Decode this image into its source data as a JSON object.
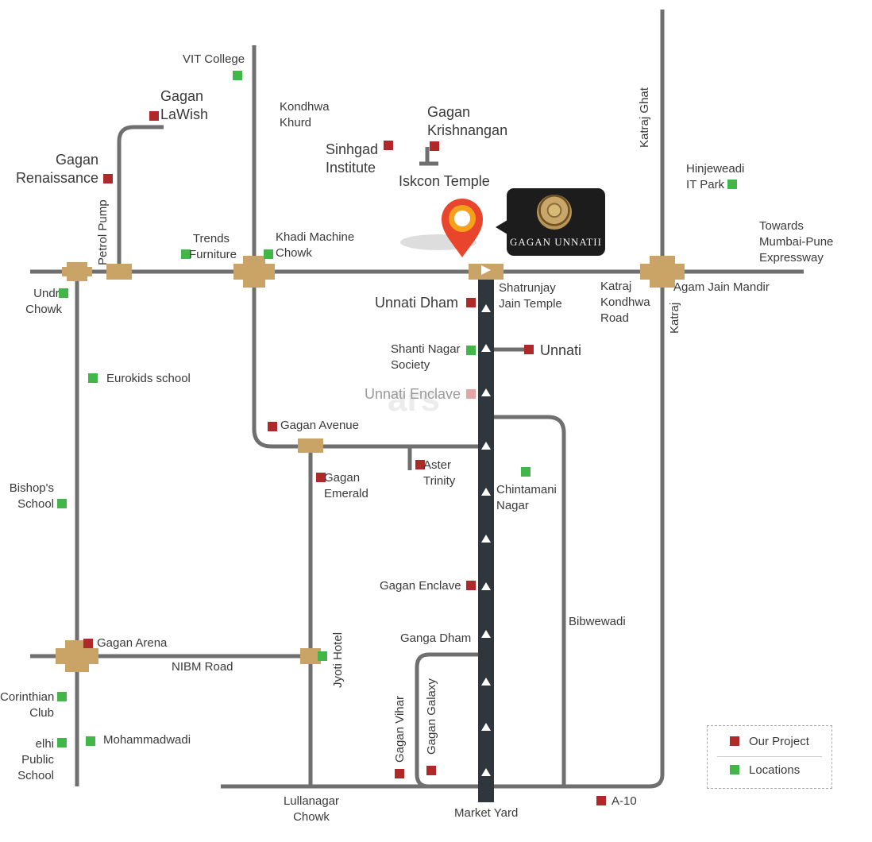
{
  "brand": {
    "name": "GAGAN UNNATII"
  },
  "watermark": "ars",
  "legend": {
    "project_label": "Our Project",
    "location_label": "Locations"
  },
  "colors": {
    "project": "#b1282b",
    "location": "#43b649",
    "road": "#6f6f6f",
    "main_road": "#2f373d",
    "junction": "#c9a466",
    "pin": "#e8452c"
  },
  "roads": {
    "petrol_pump": "Petrol Pump",
    "katraj_ghat": "Katraj Ghat",
    "katraj": "Katraj",
    "nibm_road": "NIBM Road",
    "bibwewadi": "Bibwewadi",
    "katraj_kondhwa_road": "Katraj\nKondhwa\nRoad",
    "jyoti_hotel": "Jyoti Hotel",
    "gagan_vihar": "Gagan Vihar",
    "gagan_galaxy": "Gagan Galaxy",
    "towards": "Towards\nMumbai-Pune\nExpressway",
    "lullanagar": "Lullanagar\nChowk",
    "market_yard": "Market Yard",
    "ganga_dham": "Ganga Dham",
    "kondhwa_khurd": "Kondhwa\nKhurd",
    "iskcon": "Iskcon Temple",
    "undri_chowk": "Undri\nChowk"
  },
  "projects": [
    {
      "label": "Gagan\nLaWish"
    },
    {
      "label": "Gagan\nRenaissance"
    },
    {
      "label": "Sinhgad\nInstitute"
    },
    {
      "label": "Gagan\nKrishnangan"
    },
    {
      "label": "Unnati Dham"
    },
    {
      "label": "Unnati"
    },
    {
      "label": "Unnati Enclave"
    },
    {
      "label": "Gagan Avenue"
    },
    {
      "label": "Aster\nTrinity"
    },
    {
      "label": "Gagan\nEmerald"
    },
    {
      "label": "Gagan Enclave"
    },
    {
      "label": "Gagan Arena"
    },
    {
      "label": "A-10"
    }
  ],
  "locations": [
    {
      "label": "VIT College"
    },
    {
      "label": "Trends\nFurniture"
    },
    {
      "label": "Khadi Machine\nChowk"
    },
    {
      "label": "Hinjeweadi\nIT Park"
    },
    {
      "label": "Eurokids school"
    },
    {
      "label": "Shanti Nagar\nSociety"
    },
    {
      "label": "Chintamani\nNagar"
    },
    {
      "label": "Bishop's\nSchool"
    },
    {
      "label": "Corinthian\nClub"
    },
    {
      "label": "elhi Public\nSchool"
    },
    {
      "label": "Mohammadwadi"
    },
    {
      "label": "Shatrunjay\nJain Temple"
    },
    {
      "label": "Agam Jain Mandir"
    }
  ]
}
